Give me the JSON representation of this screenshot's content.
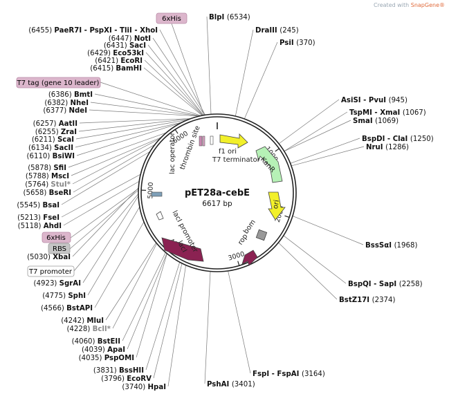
{
  "watermark": {
    "prefix": "Created with ",
    "brand": "SnapGene®"
  },
  "plasmid": {
    "name": "pET28a-cebE",
    "size": "6617 bp"
  },
  "ticks": [
    "1000",
    "2000",
    "3000",
    "4000",
    "5000",
    "6000"
  ],
  "features": {
    "f1_ori": "f1 ori",
    "t7_terminator": "T7 terminator",
    "kanr": "KanR",
    "ori": "ori",
    "bom": "bom",
    "rop": "rop",
    "laci": "lacI",
    "laci_promoter": "lacI promoter",
    "lac_operator": "lac operator",
    "thrombin_site": "thrombin site"
  },
  "tags": {
    "his_top": "6xHis",
    "t7tag": "T7 tag (gene 10 leader)",
    "his_left": "6xHis",
    "rbs": "RBS",
    "t7promoter": "T7 promoter"
  },
  "sites_left": [
    {
      "pos": "(6455)",
      "name": "PaeR7I - PspXI - TliI - XhoI"
    },
    {
      "pos": "(6447)",
      "name": "NotI"
    },
    {
      "pos": "(6431)",
      "name": "SacI"
    },
    {
      "pos": "(6429)",
      "name": "Eco53kI"
    },
    {
      "pos": "(6421)",
      "name": "EcoRI"
    },
    {
      "pos": "(6415)",
      "name": "BamHI"
    },
    {
      "pos": "(6386)",
      "name": "BmtI"
    },
    {
      "pos": "(6382)",
      "name": "NheI"
    },
    {
      "pos": "(6377)",
      "name": "NdeI"
    },
    {
      "pos": "(6257)",
      "name": "AatII"
    },
    {
      "pos": "(6255)",
      "name": "ZraI"
    },
    {
      "pos": "(6211)",
      "name": "ScaI"
    },
    {
      "pos": "(6134)",
      "name": "SacII"
    },
    {
      "pos": "(6110)",
      "name": "BsiWI"
    },
    {
      "pos": "(5878)",
      "name": "SfiI"
    },
    {
      "pos": "(5788)",
      "name": "MscI"
    },
    {
      "pos": "(5764)",
      "name": "StuI*"
    },
    {
      "pos": "(5658)",
      "name": "BseRI"
    },
    {
      "pos": "(5545)",
      "name": "BsaI"
    },
    {
      "pos": "(5213)",
      "name": "FseI"
    },
    {
      "pos": "(5118)",
      "name": "AhdI"
    },
    {
      "pos": "(5030)",
      "name": "XbaI"
    },
    {
      "pos": "(4923)",
      "name": "SgrAI"
    },
    {
      "pos": "(4775)",
      "name": "SphI"
    },
    {
      "pos": "(4566)",
      "name": "BstAPI"
    },
    {
      "pos": "(4242)",
      "name": "MluI"
    },
    {
      "pos": "(4228)",
      "name": "BclI*"
    },
    {
      "pos": "(4060)",
      "name": "BstEII"
    },
    {
      "pos": "(4039)",
      "name": "ApaI"
    },
    {
      "pos": "(4035)",
      "name": "PspOMI"
    },
    {
      "pos": "(3831)",
      "name": "BssHII"
    },
    {
      "pos": "(3796)",
      "name": "EcoRV"
    },
    {
      "pos": "(3740)",
      "name": "HpaI"
    }
  ],
  "sites_right": [
    {
      "name": "BlpI",
      "pos": "(6534)"
    },
    {
      "name": "DraIII",
      "pos": "(245)"
    },
    {
      "name": "PsiI",
      "pos": "(370)"
    },
    {
      "name": "AsiSI - PvuI",
      "pos": "(945)"
    },
    {
      "name": "TspMI - XmaI",
      "pos": "(1067)"
    },
    {
      "name": "SmaI",
      "pos": "(1069)"
    },
    {
      "name": "BspDI - ClaI",
      "pos": "(1250)"
    },
    {
      "name": "NruI",
      "pos": "(1286)"
    },
    {
      "name": "BssSαI",
      "pos": "(1968)"
    },
    {
      "name": "BspQI - SapI",
      "pos": "(2258)"
    },
    {
      "name": "BstZ17I",
      "pos": "(2374)"
    },
    {
      "name": "FspI - FspAI",
      "pos": "(3164)"
    },
    {
      "name": "PshAI",
      "pos": "(3401)"
    }
  ]
}
